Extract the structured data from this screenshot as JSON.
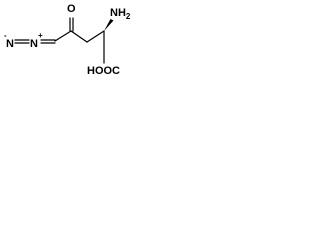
{
  "molecule": {
    "atoms": {
      "n_terminal": "N",
      "n_terminal_charge": "-",
      "n_middle": "N",
      "n_middle_charge": "+",
      "ketone_oxygen": "O",
      "amine": "NH",
      "amine_subscript": "2",
      "carboxyl": "HOOC"
    },
    "colors": {
      "ink": "#000000",
      "background": "#ffffff"
    }
  }
}
